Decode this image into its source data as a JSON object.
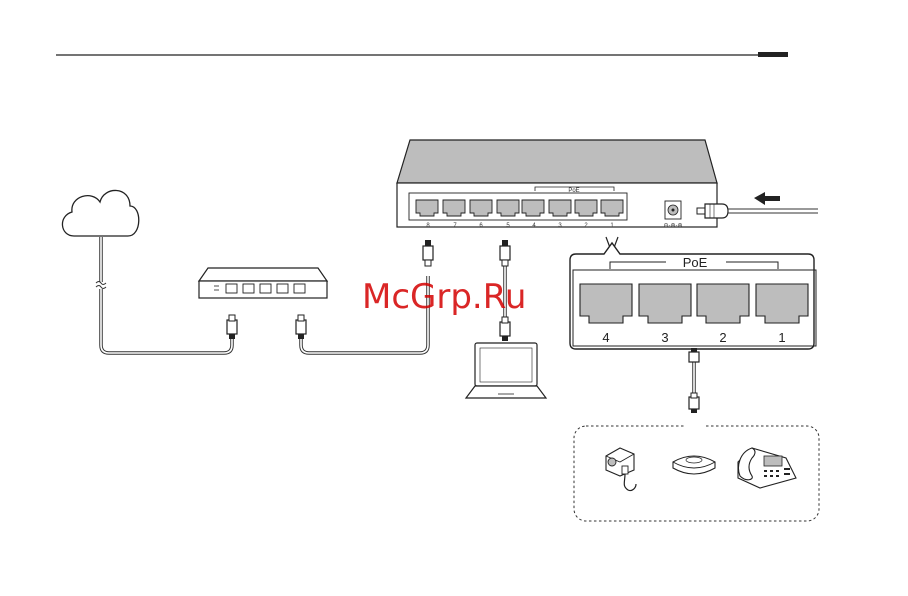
{
  "switch": {
    "poe_label": "PoE",
    "port_labels": [
      "8",
      "7",
      "6",
      "5",
      "4",
      "3",
      "2",
      "1"
    ],
    "dc_label": "⊖-⊕-⊕"
  },
  "zoom_panel": {
    "poe_label": "PoE",
    "port_labels": [
      "4",
      "3",
      "2",
      "1"
    ]
  },
  "watermark": "McGrp.Ru",
  "icons": [
    "cloud-icon",
    "router-icon",
    "laptop-icon",
    "ip-camera-icon",
    "access-point-icon",
    "ip-phone-icon",
    "power-adapter-icon"
  ]
}
